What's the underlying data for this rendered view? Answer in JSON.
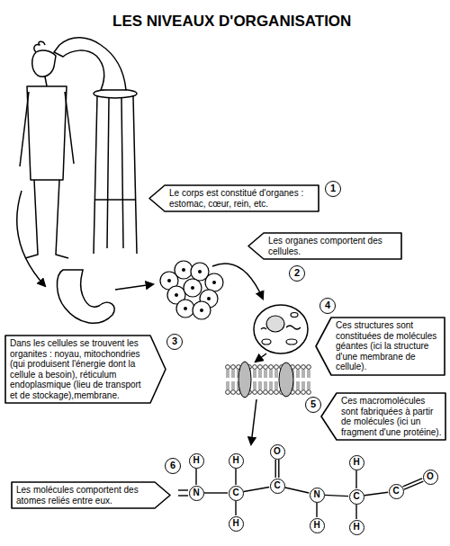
{
  "diagram": {
    "title": "LES NIVEAUX D'ORGANISATION",
    "nodes": [
      {
        "text": [
          "Le corps est constitué d'organes : estomac, cœur, rein, etc."
        ]
      },
      {
        "text": [
          "Les organes comportent des cellules."
        ]
      },
      {
        "text": [
          "Dans les cellules se trouvent les organites : noyau, mitochondries (qui produisent l'énergie dont la cellule a besoin), réticulum endoplasmique (lieu de transport et de stockage),membrane."
        ]
      },
      {
        "text": [
          "Ces structures sont constituées de molécules géantes (ici la structure d'une membrane de cellule)."
        ]
      },
      {
        "text": [
          "Ces macromolécules sont fabriquées à partir de molécules (ici un fragment d'une protéine)."
        ]
      },
      {
        "text": [
          "Les molécules comportent des atomes reliés entre eux."
        ]
      }
    ],
    "labels": [
      "1",
      "2",
      "3",
      "4",
      "5",
      "6",
      "H",
      "N",
      "H",
      "C",
      "H",
      "O",
      "C",
      "N",
      "H",
      "H",
      "C",
      "H",
      "C",
      "O"
    ]
  }
}
